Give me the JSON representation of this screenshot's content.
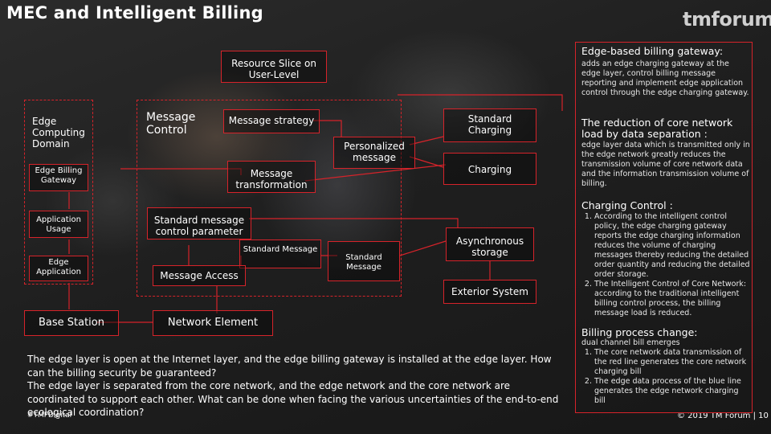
{
  "header": {
    "title": "MEC and Intelligent Billing",
    "logo_text": "tmforum"
  },
  "diagram": {
    "resource_slice": "Resource Slice on User-Level",
    "edge_computing_domain": "Edge Computing Domain",
    "edge_billing_gateway": "Edge Billing Gateway",
    "application_usage": "Application Usage",
    "edge_application": "Edge Application",
    "base_station": "Base Station",
    "message_control": "Message Control",
    "message_strategy": "Message strategy",
    "message_transformation": "Message transformation",
    "personalized_message": "Personalized message",
    "standard_charging": "Standard Charging",
    "charging": "Charging",
    "standard_message_control_parameter": "Standard message control parameter",
    "standard_message_1": "Standard Message",
    "standard_message_2": "Standard Message",
    "message_access": "Message Access",
    "asynchronous_storage": "Asynchronous storage",
    "exterior_system": "Exterior System",
    "network_element": "Network Element"
  },
  "right_panel": {
    "gateway_heading": "Edge-based billing gateway:",
    "gateway_text": "adds an edge charging gateway at the edge layer, control billing message reporting and implement edge application control through the edge charging gateway.",
    "load_heading": "The reduction of core network load by data separation :",
    "load_text": "edge layer data which is transmitted only in the edge network greatly reduces the transmission volume of core network data and the information transmission volume of billing.",
    "control_heading": "Charging Control :",
    "control_items": [
      "According to the intelligent control policy, the edge charging gateway reports the edge charging information reduces the volume of charging messages thereby reducing the detailed order quantity and reducing the detailed order storage.",
      "The Intelligent Control of Core Network: according to the traditional intelligent billing control process, the billing message load is reduced."
    ],
    "change_heading": "Billing process change:",
    "change_intro": "dual channel bill emerges",
    "change_items": [
      "The core network data transmission of the red line generates the core network charging bill",
      "The edge data process of the blue line generates the edge network charging bill"
    ]
  },
  "bottom": {
    "question_1": "The edge layer is open at the Internet layer, and the edge billing gateway is installed at the edge layer. How can the billing security be guaranteed?",
    "question_2": "The edge layer is separated from the core network, and the edge network and the core network are coordinated to support each other. What can be done when facing the various uncertainties of the end-to-end ecological coordination?"
  },
  "footer": {
    "hashtag": "#TMFDigital",
    "copyright": "© 2019 TM Forum | 10"
  },
  "colors": {
    "accent": "#d6232a",
    "background": "#1b1b1b"
  }
}
